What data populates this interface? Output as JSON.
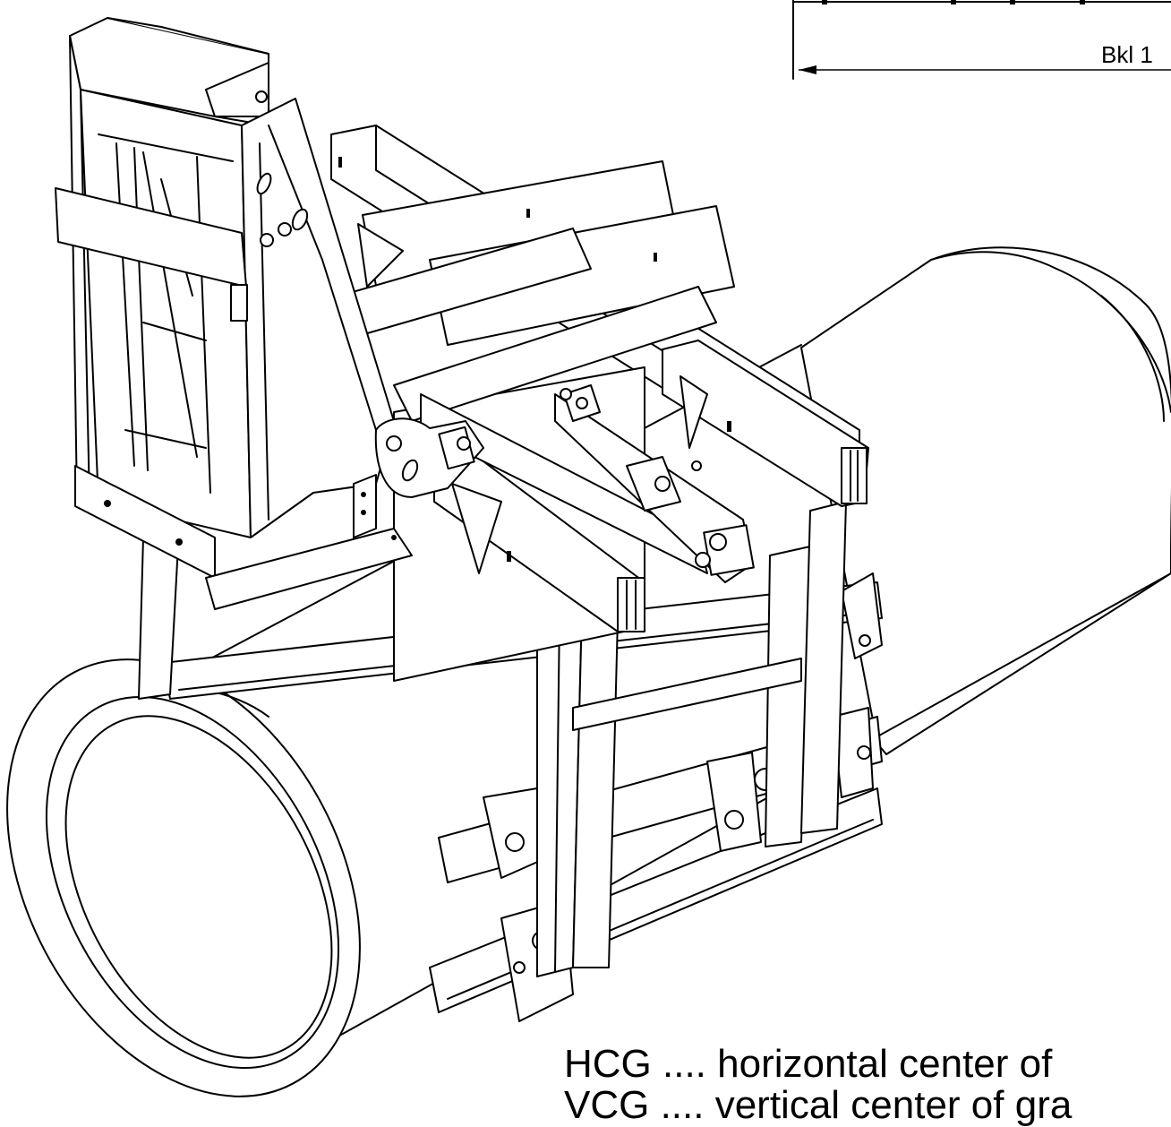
{
  "dimension": {
    "label": "Bkl 1"
  },
  "legend": {
    "hcg_line": "HCG .... horizontal center of",
    "vcg_line": "VCG .... vertical center of gra"
  }
}
